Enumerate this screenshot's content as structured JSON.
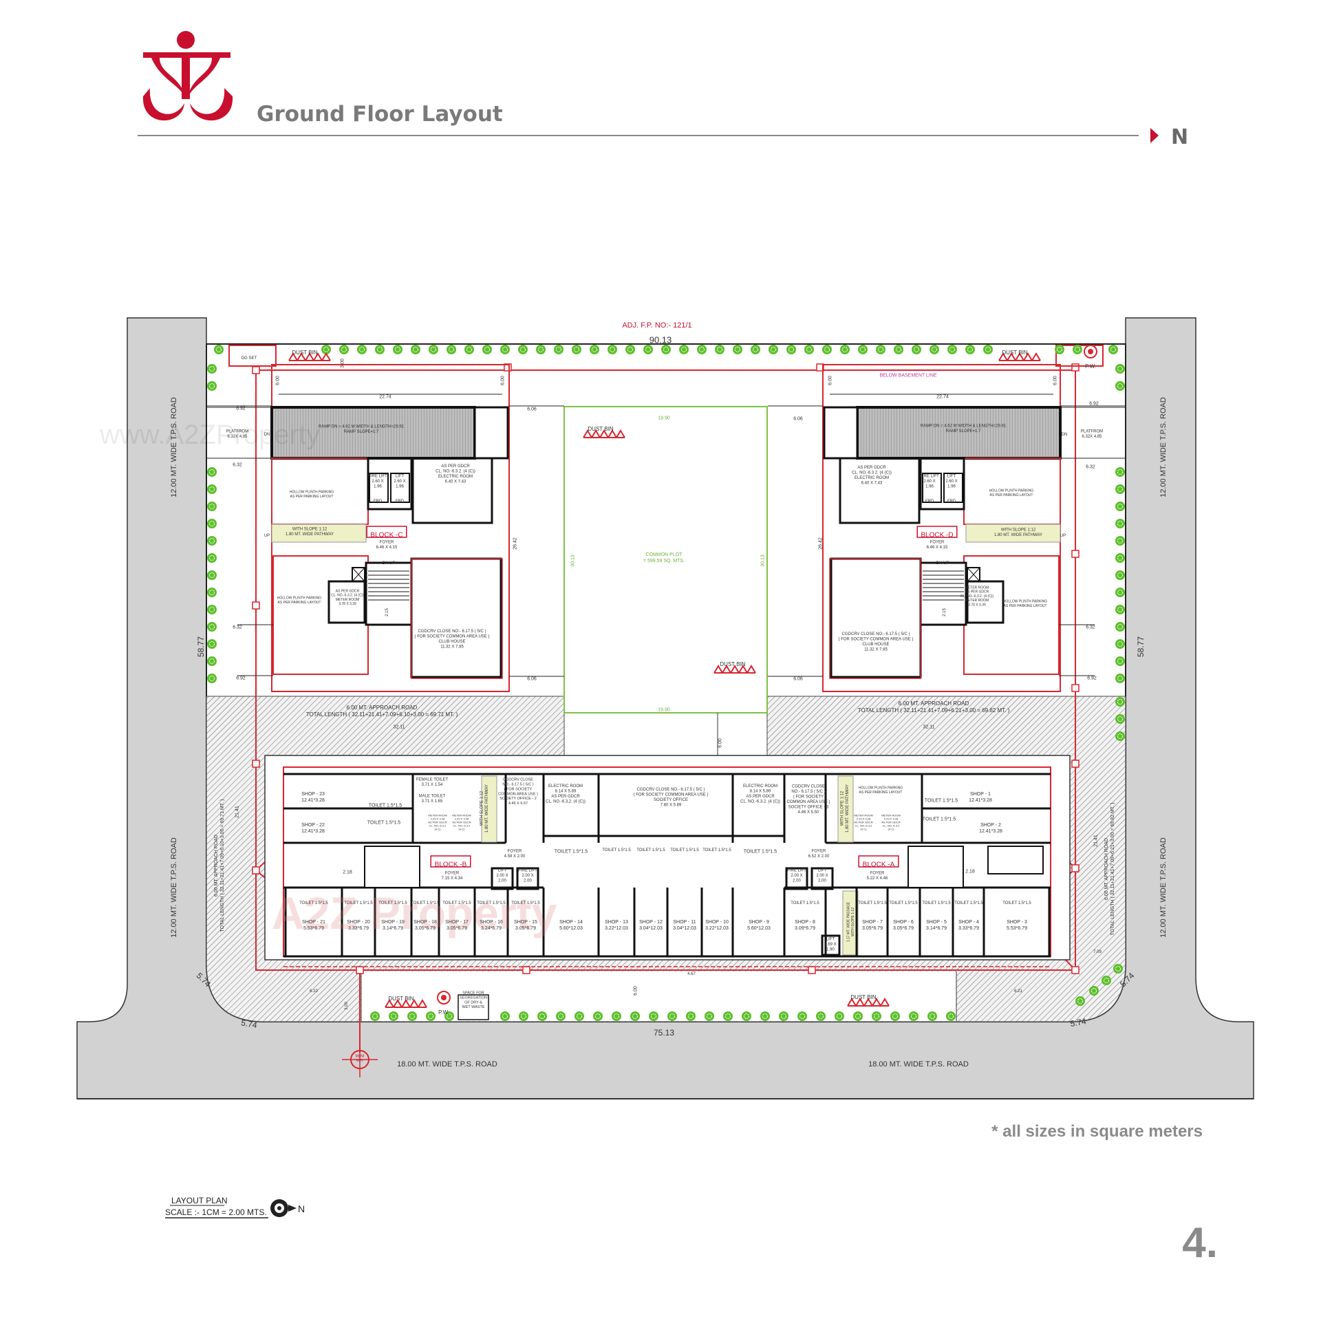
{
  "header": {
    "title": "Ground Floor Layout",
    "north_label": "N",
    "logo_name": "red monogram logo",
    "accent_color": "#c8102e",
    "title_color": "#7a7a7a"
  },
  "footer": {
    "note": "* all sizes in square meters",
    "page_number": "4.",
    "plan_title": "LAYOUT PLAN",
    "scale": "SCALE :- 1CM = 2.00 MTS.",
    "compass_label": "N"
  },
  "watermark": {
    "top": "www.A2ZProperty",
    "bottom": "A2Z Property"
  },
  "colors": {
    "wall_red": "#d7262f",
    "tree_green": "#5cbf2a",
    "common_plot_green": "#7cc242",
    "road_gray": "#d2d2d2",
    "pathway_fill": "#eef0c6"
  },
  "icons": {
    "tree": "tree-symbol-icon",
    "dust_bin": "dust-bin-triangles-icon",
    "pw": "pw-wheel-icon",
    "manhole": "manhole-cross-icon",
    "compass": "north-compass-icon"
  },
  "plan": {
    "labels": {
      "adj_fp": [
        "ADJ. F.P. NO:- 121/1"
      ],
      "dim_top": [
        "90.13"
      ],
      "dg_set": [
        "DG SET"
      ],
      "dustbin_c": [
        "DUST BIN"
      ],
      "dustbin_d": [
        "DUST BIN"
      ],
      "pw_top": [
        "P.W."
      ],
      "below_basement": [
        "BELOW BASEMENT LINE"
      ],
      "dim_2274_c": [
        "22.74"
      ],
      "dim_2274_d": [
        "22.74"
      ],
      "dim_600_c1": [
        "6.00"
      ],
      "dim_600_c2": [
        "6.00"
      ],
      "dim_600_d1": [
        "6.00"
      ],
      "dim_600_d2": [
        "6.00"
      ],
      "dim_300_c": [
        "3.00"
      ],
      "dim_692_c1": [
        "6.92"
      ],
      "dim_692_d1": [
        "6.92"
      ],
      "dim_632_c1": [
        "6.32"
      ],
      "dim_632_d1": [
        "6.32"
      ],
      "dim_632_c2": [
        "6.32"
      ],
      "dim_632_d2": [
        "6.32"
      ],
      "dim_692_c2": [
        "6.92"
      ],
      "dim_692_d2": [
        "6.92"
      ],
      "dim_606_a": [
        "6.06"
      ],
      "dim_606_b": [
        "6.06"
      ],
      "dim_606_c": [
        "6.06"
      ],
      "dim_606_d": [
        "6.06"
      ],
      "dim_2642_c": [
        "26.42"
      ],
      "dim_2642_d": [
        "26.42"
      ],
      "dim_3013_l": [
        "30.13"
      ],
      "dim_3013_r": [
        "30.13"
      ],
      "dim_1990_t": [
        "19.90"
      ],
      "dim_1990_b": [
        "19.90"
      ],
      "ramp_c": [
        "RAMP DN = 4.62 M WIDTH & LENGTH=29.91",
        "RAMP SLOPE=1:7"
      ],
      "ramp_d": [
        "RAMP DN = 4.62 M WIDTH & LENGTH=29.91",
        "RAMP SLOPE=1:7"
      ],
      "ramp_dn_c": [
        "DN"
      ],
      "ramp_dn_d": [
        "DN"
      ],
      "platform_c": [
        "PLATFROM",
        "6.32X 4.85"
      ],
      "platform_d": [
        "PLATFROM",
        "6.32X 4.85"
      ],
      "parking_c1": [
        "HOLLOW PLINTH PARKING",
        "AS PER PARKING LAYOUT"
      ],
      "parking_c2": [
        "HOLLOW PLINTH PARKING",
        "AS PER PARKING LAYOUT"
      ],
      "parking_d1": [
        "HOLLOW PLINTH PARKING",
        "AS PER PARKING LAYOUT"
      ],
      "parking_d2": [
        "HOLLOW PLINTH PARKING",
        "AS PER PARKING LAYOUT"
      ],
      "fire_lift_c": [
        "FIRE LIFT",
        "2.60 X",
        "1.96"
      ],
      "lift_c": [
        "LIFT",
        "2.60 X",
        "1.96"
      ],
      "fire_lift_d": [
        "FIRE LIFT",
        "2.60 X",
        "1.96"
      ],
      "lift_d": [
        "LIFT",
        "2.60 X",
        "1.96"
      ],
      "frd_c1": [
        "FRD"
      ],
      "frd_c2": [
        "FRD"
      ],
      "frd_d1": [
        "FRD"
      ],
      "frd_d2": [
        "FRD"
      ],
      "elec_c": [
        "AS PER GDCR",
        "CL. NO.-6.3.2. (4 (C))",
        "ELECTRIC ROOM",
        "6.40 X 7.43"
      ],
      "elec_d": [
        "AS PER GDCR",
        "CL. NO.-6.3.2. (4 (C))",
        "ELECTRIC ROOM",
        "6.40 X 7.43"
      ],
      "pathway_c": [
        "WITH SLOPE 1:12",
        "1.80 MT. WIDE PATHWAY"
      ],
      "pathway_d": [
        "WITH SLOPE 1:12",
        "1.80 MT. WIDE PATHWAY"
      ],
      "up_c": [
        "UP"
      ],
      "up_d": [
        "UP"
      ],
      "block_c": [
        "BLOCK -C"
      ],
      "block_d": [
        "BLOCK -D"
      ],
      "foyer_c": [
        "FOYER",
        "6.46 X 4.15"
      ],
      "foyer_d": [
        "FOYER",
        "6.46 X 4.15"
      ],
      "meter_c": [
        "AS PER GDCR",
        "CL. NO.-6.3.2. (4 (C))",
        "METER ROOM",
        "3.78 X 3.39"
      ],
      "meter_d": [
        "METER ROOM",
        "AS PER GDCR",
        "CL. NO.-6.3.2. (4 (C))",
        "METER ROOM",
        "3.78 X 3.39"
      ],
      "stair_c": [
        "DN      UP"
      ],
      "stair_d": [
        "DN      UP"
      ],
      "dim_215_c": [
        "2.15"
      ],
      "dim_215_d": [
        "2.15"
      ],
      "club_c": [
        "CGDCRV CLOSE NO:- 6.17.5 ( 5/C )",
        "( FOR SOCIETY COMMON AREA USE )",
        "CLUB HOUSE",
        "11.32 X 7.85"
      ],
      "club_d": [
        "CGDCRV CLOSE NO:- 6.17.5 ( 5/C )",
        "( FOR SOCIETY COMMON AREA USE )",
        "CLUB HOUSE",
        "11.32 X 7.85"
      ],
      "approach_c": [
        "6.00 MT. APPROACH ROAD",
        "TOTAL LENGTH ( 32.11+21.41+7.09+6.10+3.00 = 69.71 MT. )"
      ],
      "approach_d": [
        "6.00 MT. APPROACH ROAD",
        "TOTAL LENGTH ( 32.11+21.41+7.09+6.21+3.00 = 69.82 MT. )"
      ],
      "dim_3211_c": [
        "32.11"
      ],
      "dim_3211_d": [
        "32.11"
      ],
      "common_plot": [
        "COMMON PLOT",
        "= 599.59 SQ. MTS."
      ],
      "dustbin_cp1": [
        "DUST BIN"
      ],
      "dustbin_cp2": [
        "DUST BIN"
      ],
      "dim_600_mid": [
        "6.00"
      ],
      "road_left_1": [
        "12.00 MT. WIDE T.P.S. ROAD"
      ],
      "road_left_2": [
        "12.00 MT. WIDE T.P.S. ROAD"
      ],
      "road_right_1": [
        "12.00 MT. WIDE T.P.S. ROAD"
      ],
      "road_right_2": [
        "12.00 MT. WIDE T.P.S. ROAD"
      ],
      "dim_5877_l": [
        "58.77"
      ],
      "dim_5877_r": [
        "58.77"
      ],
      "approach_left": [
        "6.00 MT. APPROACH ROAD",
        "TOTAL LENGTH ( 32.11+21.41+7.09+6.10+3.00 = 69.71 MT. )"
      ],
      "approach_right": [
        "6.00 MT. APPROACH ROAD",
        "TOTAL LENGTH ( 32.11+21.41+7.09+6.21+3.00 = 69.82 MT. )"
      ],
      "dim_2141_l": [
        "21.41"
      ],
      "dim_2141_r": [
        "21.41"
      ],
      "road_bottom_1": [
        "18.00 MT. WIDE T.P.S. ROAD"
      ],
      "road_bottom_2": [
        "18.00 MT. WIDE T.P.S. ROAD"
      ],
      "dim_7513": [
        "75.13"
      ],
      "dim_574_a": [
        "5.74"
      ],
      "dim_574_b": [
        "5.74"
      ],
      "dim_574_c": [
        "5.74"
      ],
      "dim_574_d": [
        "5.74"
      ],
      "dim_610": [
        "6.10"
      ],
      "dim_621": [
        "6.21"
      ],
      "dim_300_b": [
        "3.00"
      ],
      "dim_600_b": [
        "6.00"
      ],
      "dim_709": [
        "7.09"
      ],
      "dim_467": [
        "4.67"
      ],
      "dustbin_b1": [
        "DUST BIN"
      ],
      "dustbin_b2": [
        "DUST BIN"
      ],
      "pw_bottom": [
        "P.W."
      ],
      "segregation": [
        "SPACE FOR",
        "SEGREGATION",
        "OF DRY &",
        "WET WASTE"
      ],
      "muni_mh": [
        "MUNI",
        "M.H."
      ],
      "shop_23": [
        "SHOP - 23",
        "12.41*3.28"
      ],
      "shop_22": [
        "SHOP - 22",
        "12.41*3.28"
      ],
      "toilet_t1": [
        "TOILET 1.5*1.5"
      ],
      "toilet_t2": [
        "TOILET 1.5*1.5"
      ],
      "female_toilet": [
        "FEMALE TOILET",
        "3.71 X 1.54"
      ],
      "male_toilet": [
        "MALE TOILET",
        "3.71 X 1.65"
      ],
      "meter_b1": [
        "METER ROOM",
        "2.29 X 3.28",
        "AS PER GDCR",
        "CL. NO.-6.3.2",
        "(4 C)"
      ],
      "meter_b2": [
        "METER ROOM",
        "2.29 X 3.28",
        "AS PER GDCR",
        "CL. NO.-6.3.2",
        "(4 C)"
      ],
      "pathway_b": [
        "WITH SLOPE 1:12",
        "1.80 MT. WIDE PATHWAY"
      ],
      "office_2": [
        "CGDCRV CLOSE",
        "NO:- 6.17.5 ( 5/C )",
        "( FOR SOCIETY",
        "COMMON AREA USE )",
        "SOCIETY OFFICE - 2",
        "4.46 X 6.67"
      ],
      "elec_b1": [
        "ELECTRIC ROOM",
        "8.14 X 5.89",
        "AS PER GDCR",
        "CL. NO.-6.3.2. (4 (C))"
      ],
      "office_main": [
        "CGDCRV CLOSE NO.- 6.17.5 ( 5/C )",
        "( FOR SOCIETY COMMON AREA USE )",
        "SOCIETY OFFICE",
        "7.80 X 5.89"
      ],
      "elec_b2": [
        "ELECTRIC ROOM",
        "8.14 X 5.89",
        "AS PER GDCR",
        "CL. NO.-6.3.2. (4 (C))"
      ],
      "office_3": [
        "CGDCRV CLOSE",
        "NO:- 6.17.5 ( 5/C )",
        "( FOR SOCIETY",
        "COMMON AREA USE )",
        "SOCIETY OFFICE - 3",
        "4.46 X 5.50"
      ],
      "pathway_a": [
        "WITH SLOPE 1:12",
        "1.80 MT. WIDE PATHWAY"
      ],
      "parking_a": [
        "HOLLOW PLINTH PARKING",
        "AS PER PARKING LAYOUT"
      ],
      "meter_a1": [
        "METER ROOM",
        "2.29 X 3.28",
        "AS PER GDCR",
        "CL. NO.-6.3.2",
        "(4 C)"
      ],
      "meter_a2": [
        "METER ROOM",
        "2.29 X 3.28",
        "AS PER GDCR",
        "CL. NO.-6.3.2",
        "(4 C)"
      ],
      "shop_1": [
        "SHOP - 1",
        "12.41*3.28"
      ],
      "shop_2": [
        "SHOP - 2",
        "12.41*3.28"
      ],
      "toilet_t3": [
        "TOILET 1.5*1.5"
      ],
      "toilet_t4": [
        "TOILET 1.5*1.5"
      ],
      "block_b": [
        "BLOCK -B"
      ],
      "foyer_b": [
        "FOYER",
        "7.15 X 4.34"
      ],
      "foyer_b2": [
        "FOYER",
        "4.58 X 2.00"
      ],
      "lift_b": [
        "LIFT",
        "2.00 X",
        "2.00"
      ],
      "fire_lift_b": [
        "FIRE LIFT",
        "2.00 X",
        "2.00"
      ],
      "dim_218_b": [
        "2.18"
      ],
      "block_a": [
        "BLOCK -A"
      ],
      "foyer_a": [
        "FOYER",
        "5.22 X 4.46"
      ],
      "foyer_a2": [
        "FOYER",
        "6.52 X 2.00"
      ],
      "fire_lift_a": [
        "FIRE LIFT",
        "2.00 X",
        "2.00"
      ],
      "lift_a": [
        "LIFT",
        "2.00 X",
        "2.00"
      ],
      "lift_a2": [
        "LIFT",
        "1.69 X",
        "1.90"
      ],
      "passage_a": [
        "1.17 MT. WIDE PASSAGE",
        "WITH SLOPE 1:12"
      ],
      "dim_218_a": [
        "2.18"
      ],
      "toilet_m1": [
        "TOILET 1.5*1.5"
      ],
      "toilet_m2": [
        "TOILET 1.5*1.5"
      ],
      "shop_21": [
        "SHOP - 21",
        "5.53*6.79"
      ],
      "shop_20": [
        "SHOP - 20",
        "3.33*6.79"
      ],
      "shop_19": [
        "SHOP - 19",
        "3.14*6.79"
      ],
      "shop_18": [
        "SHOP - 18",
        "3.05*6.79"
      ],
      "shop_17": [
        "SHOP - 17",
        "3.05*6.79"
      ],
      "shop_16": [
        "SHOP - 16",
        "3.24*6.79"
      ],
      "shop_15": [
        "SHOP - 15",
        "3.05*6.79"
      ],
      "shop_14": [
        "SHOP - 14",
        "5.60*12.03"
      ],
      "shop_13": [
        "SHOP - 13",
        "3.22*12.03"
      ],
      "shop_12": [
        "SHOP - 12",
        "3.04*12.03"
      ],
      "shop_11": [
        "SHOP - 11",
        "3.04*12.03"
      ],
      "shop_10": [
        "SHOP - 10",
        "3.22*12.03"
      ],
      "shop_9": [
        "SHOP - 9",
        "5.60*12.03"
      ],
      "shop_8": [
        "SHOP - 8",
        "3.09*6.79"
      ],
      "shop_7": [
        "SHOP - 7",
        "3.05*6.79"
      ],
      "shop_6": [
        "SHOP - 6",
        "3.05*6.79"
      ],
      "shop_5": [
        "SHOP - 5",
        "3.14*6.79"
      ],
      "shop_4": [
        "SHOP - 4",
        "3.33*6.79"
      ],
      "shop_3": [
        "SHOP - 3",
        "5.53*6.79"
      ],
      "toilet_s": [
        "TOILET 1.5*1.5"
      ]
    }
  }
}
